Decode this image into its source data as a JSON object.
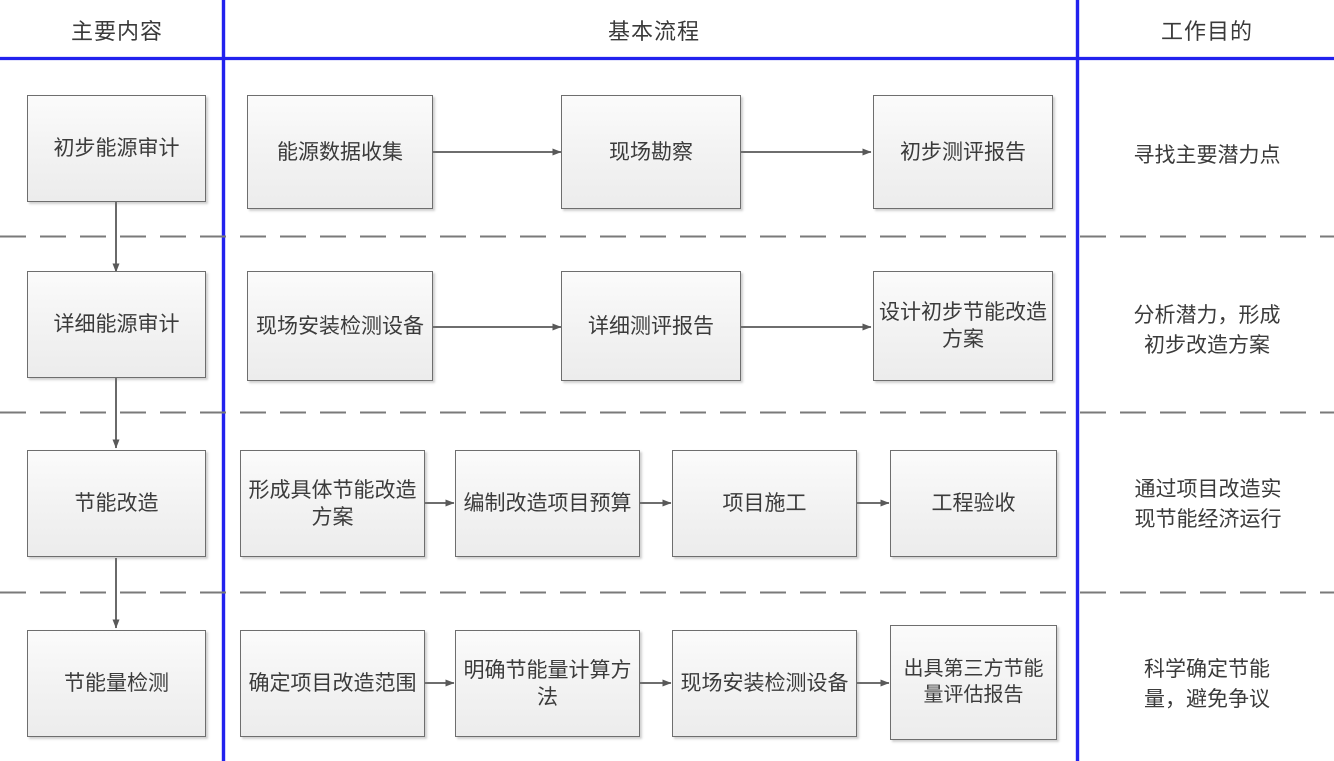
{
  "diagram": {
    "title_row": {
      "columns": [
        {
          "id": "main-content",
          "label": "主要内容"
        },
        {
          "id": "basic-process",
          "label": "基本流程"
        },
        {
          "id": "work-purpose",
          "label": "工作目的"
        }
      ]
    },
    "colors": {
      "divider_blue": "#2222ee",
      "box_border": "#6e6e6e",
      "box_fill": "#f2f2f2",
      "arrow": "#595959",
      "dashed_separator": "#7a7a7a",
      "text": "#3b3b3b"
    },
    "rows": [
      {
        "id": "row-preliminary-audit",
        "stage": "初步能源审计",
        "steps": [
          "能源数据收集",
          "现场勘察",
          "初步测评报告"
        ],
        "purpose": "寻找主要潜力点"
      },
      {
        "id": "row-detailed-audit",
        "stage": "详细能源审计",
        "steps": [
          "现场安装检测设备",
          "详细测评报告",
          "设计初步节能改造方案"
        ],
        "purpose": "分析潜力，形成\n初步改造方案"
      },
      {
        "id": "row-retrofit",
        "stage": "节能改造",
        "steps": [
          "形成具体节能改造方案",
          "编制改造项目预算",
          "项目施工",
          "工程验收"
        ],
        "purpose": "通过项目改造实\n现节能经济运行"
      },
      {
        "id": "row-measurement",
        "stage": "节能量检测",
        "steps": [
          "确定项目改造范围",
          "明确节能量计算方法",
          "现场安装检测设备",
          "出具第三方节能量评估报告"
        ],
        "purpose": "科学确定节能\n量，避免争议"
      }
    ]
  }
}
